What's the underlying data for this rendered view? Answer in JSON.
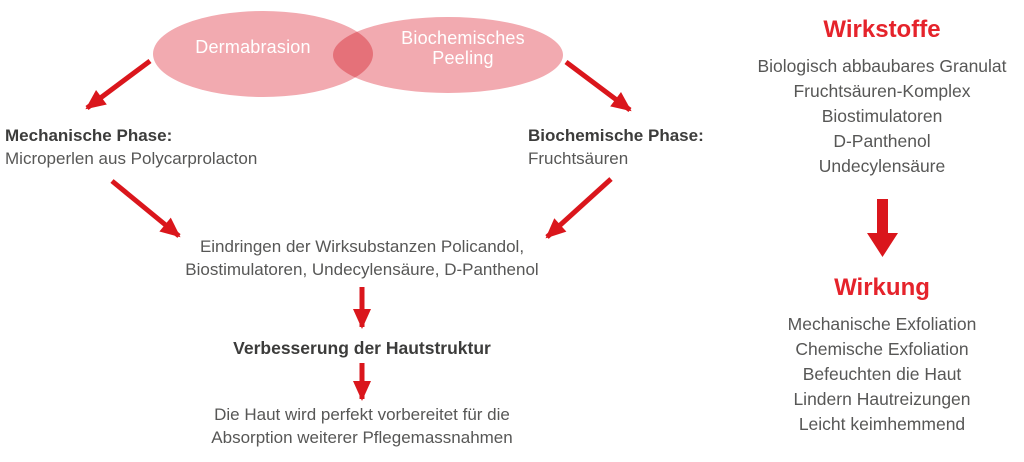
{
  "colors": {
    "venn_pink": "#f2aab0",
    "arrow_red": "#da161c",
    "heading_red": "#e5232b",
    "body_gray": "#575756",
    "title_dark": "#3c3c3b"
  },
  "venn": {
    "left_label": "Dermabrasion",
    "right_label_line1": "Biochemisches",
    "right_label_line2": "Peeling"
  },
  "flow": {
    "mechanical_phase": {
      "title": "Mechanische Phase:",
      "detail": "Microperlen aus Polycarprolacton"
    },
    "biochemical_phase": {
      "title": "Biochemische Phase:",
      "detail": "Fruchtsäuren"
    },
    "penetration": {
      "line1": "Eindringen der Wirksubstanzen Policandol,",
      "line2": "Biostimulatoren, Undecylensäure, D-Panthenol"
    },
    "improvement": "Verbesserung der Hautstruktur",
    "result": {
      "line1": "Die Haut wird perfekt vorbereitet für die",
      "line2": "Absorption weiterer Pflegemassnahmen"
    }
  },
  "right_panel": {
    "ingredients": {
      "title": "Wirkstoffe",
      "items": [
        "Biologisch abbaubares Granulat",
        "Fruchtsäuren-Komplex",
        "Biostimulatoren",
        "D-Panthenol",
        "Undecylensäure"
      ]
    },
    "effects": {
      "title": "Wirkung",
      "items": [
        "Mechanische Exfoliation",
        "Chemische Exfoliation",
        "Befeuchten die Haut",
        "Lindern Hautreizungen",
        "Leicht keimhemmend"
      ]
    }
  }
}
